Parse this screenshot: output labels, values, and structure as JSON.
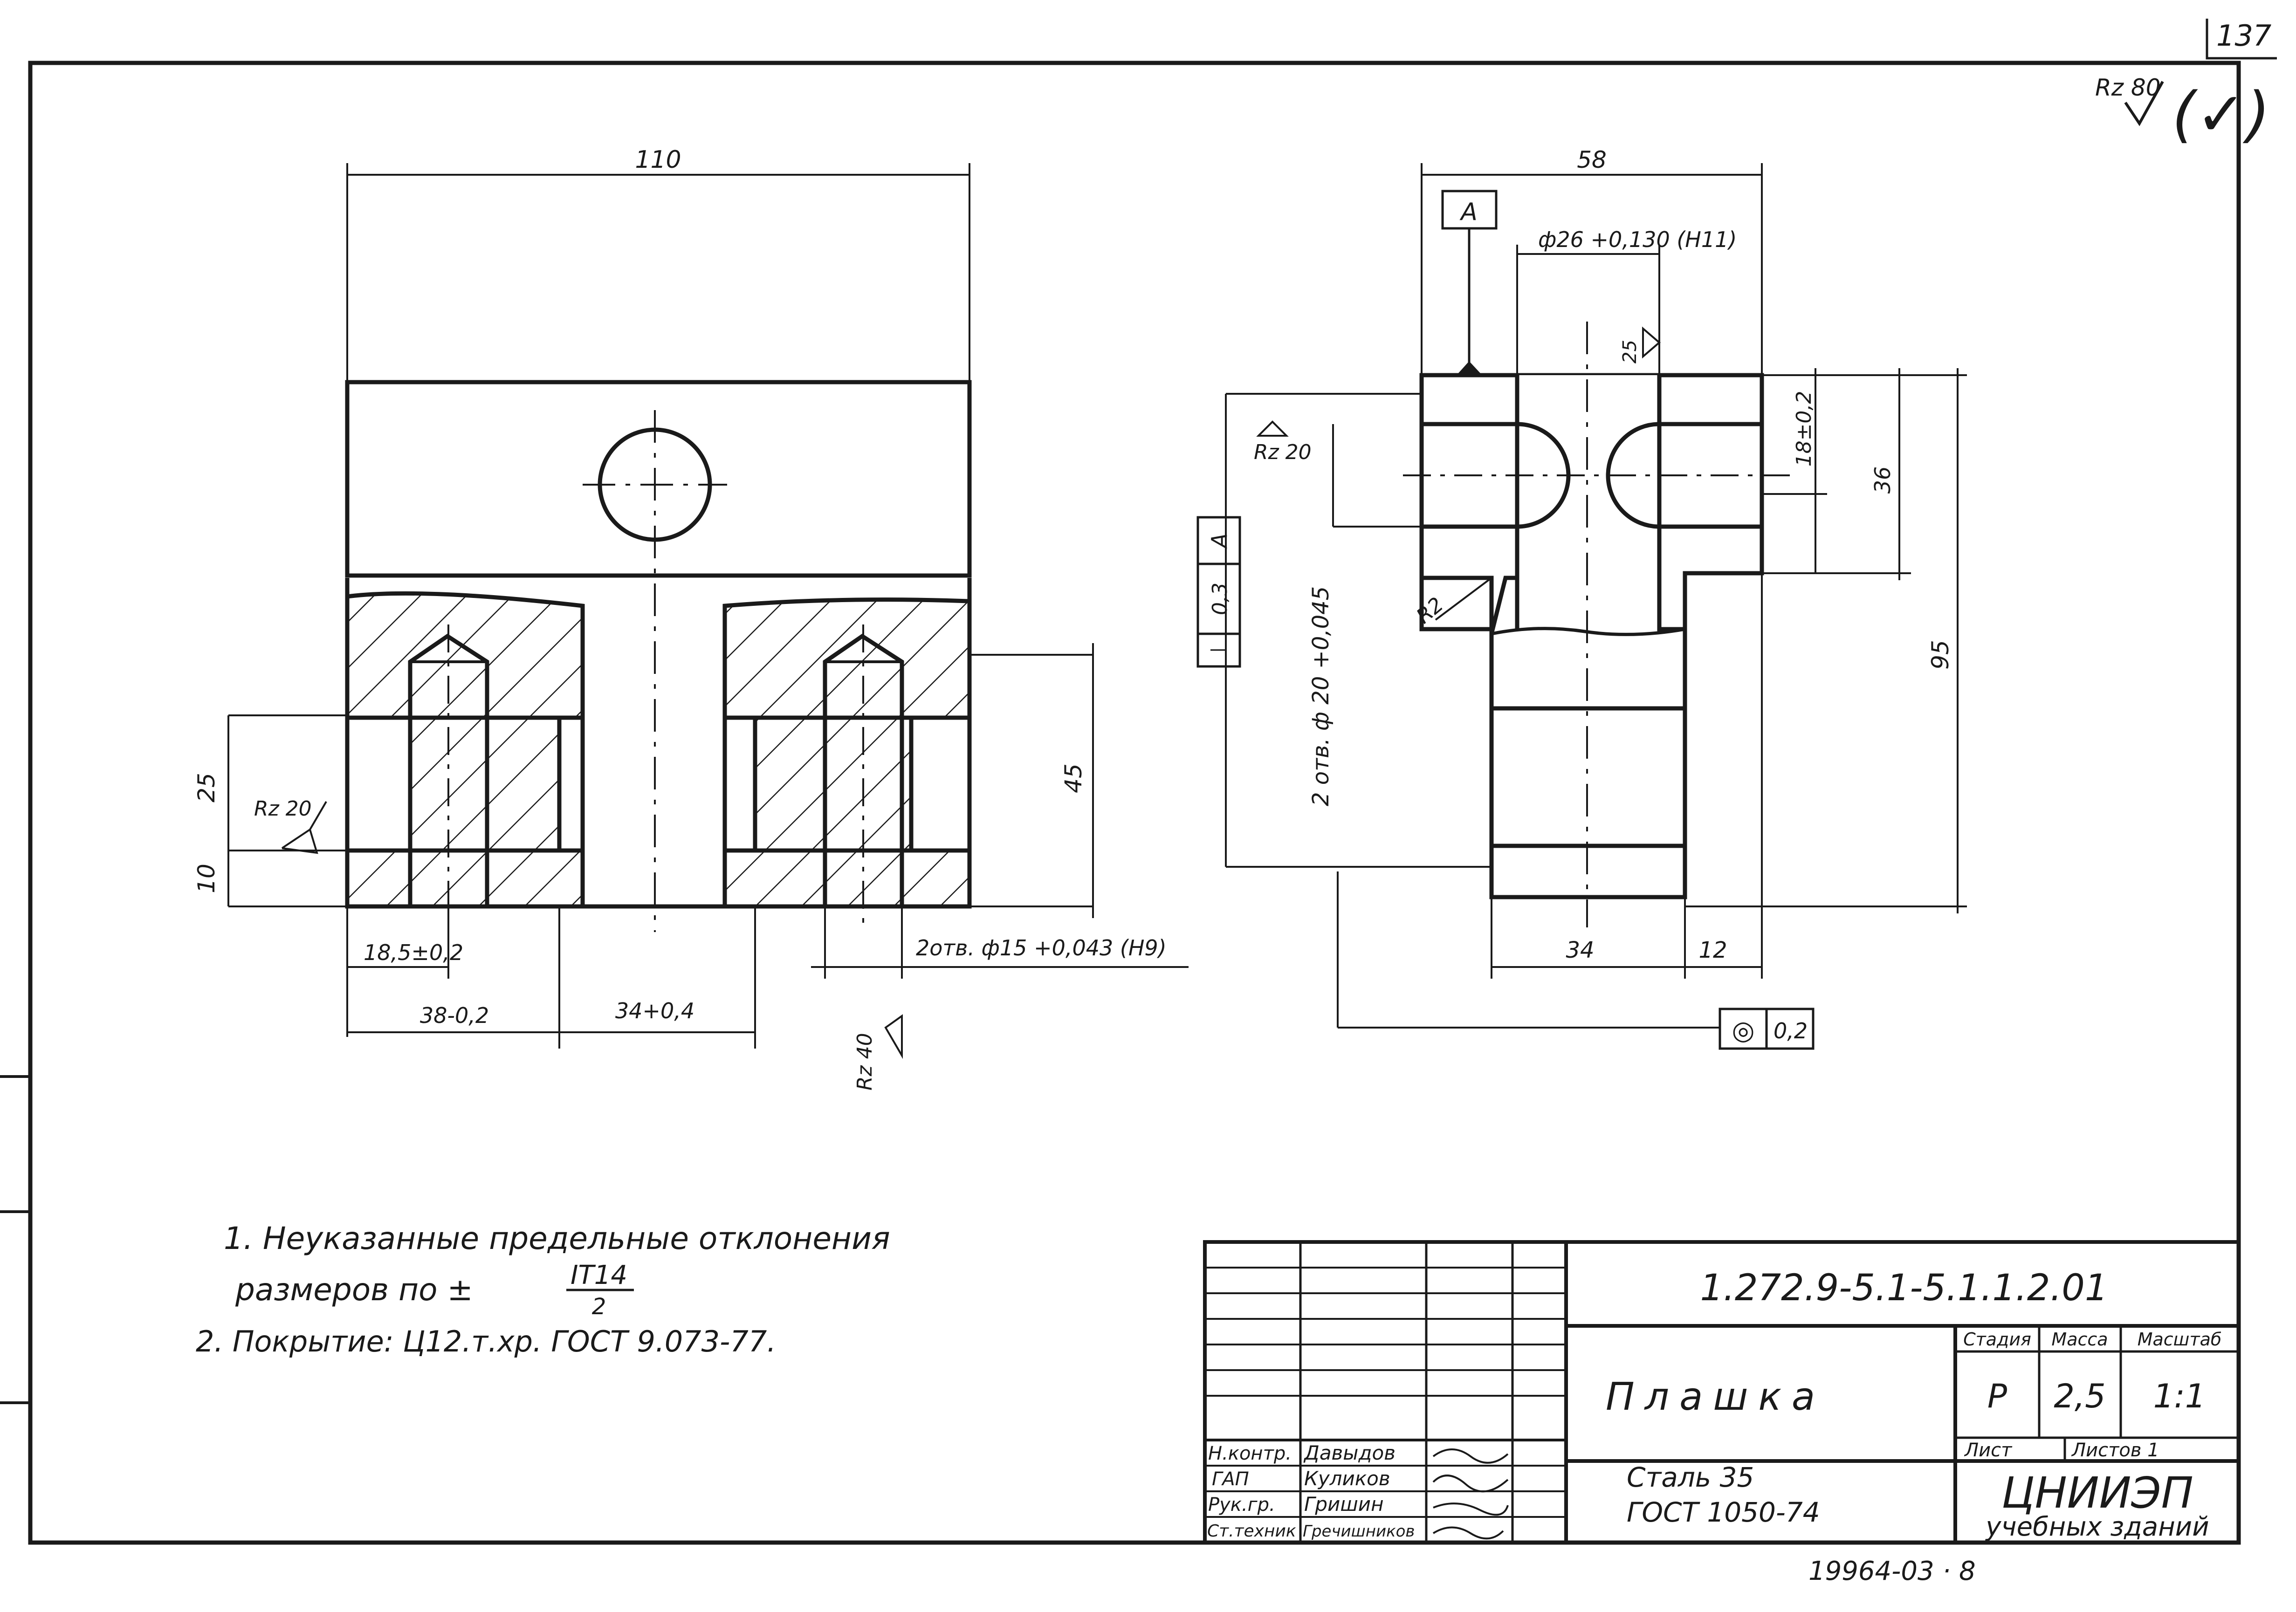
{
  "sheet_no": "137",
  "general_roughness": {
    "value": "Rz 80",
    "bracket": "(✓)"
  },
  "view_left": {
    "dim_width": "110",
    "dim_25": "25",
    "dim_10": "10",
    "dim_45": "45",
    "dim_18_5": "18,5±0,2",
    "dim_38": "38-0,2",
    "dim_34_tol": "34+0,4",
    "holes_note": "2отв. ф15 +0,043 (Н9)",
    "rough_a": "Rz 20",
    "rough_b": "Rz 40"
  },
  "view_right": {
    "dim_58": "58",
    "datum": "A",
    "bore": "ф26 +0,130 (Н11)",
    "rough_top": "25",
    "rough_left": "Rz 20",
    "dim_18": "18±0,2",
    "dim_36": "36",
    "dim_95": "95",
    "radius": "R2",
    "holes_note": "2 отв. ф 20 +0,045",
    "perp_tol": "0,3",
    "perp_sym": "⊥",
    "perp_datum": "A",
    "dim_34": "34",
    "dim_12": "12",
    "conc_sym": "◎",
    "conc_tol": "0,2"
  },
  "notes": {
    "line1": "1. Неуказанные предельные отклонения",
    "line2_a": "размеров  по ±",
    "line2_num": "IT14",
    "line2_den": "2",
    "line3": "2. Покрытие: Ц12.т.хр. ГОСТ 9.073-77."
  },
  "title_block": {
    "doc_no": "1.272.9-5.1-5.1.1.2.01",
    "part_name": "Плашка",
    "material_1": "Сталь 35",
    "material_2": "ГОСТ 1050-74",
    "stage_h": "Стадия",
    "mass_h": "Масса",
    "scale_h": "Масштаб",
    "stage": "Р",
    "mass": "2,5",
    "scale": "1:1",
    "sheet_h": "Лист",
    "sheets_h": "Листов 1",
    "org": "ЦНИИЭП",
    "org_sub": "учебных зданий",
    "roles": [
      {
        "role": "Н.контр.",
        "name": "Давыдов"
      },
      {
        "role": "ГАП",
        "name": "Куликов"
      },
      {
        "role": "Рук.гр.",
        "name": "Гришин"
      },
      {
        "role": "Ст.техник",
        "name": "Гречишников"
      }
    ]
  },
  "bottom_code": "19964-03 · 8"
}
